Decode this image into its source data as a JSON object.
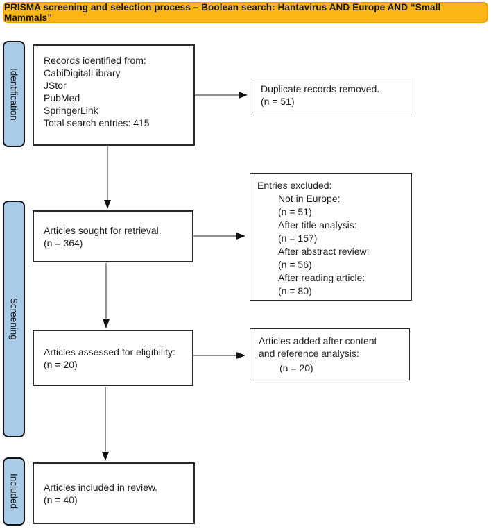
{
  "header": {
    "title": "PRISMA screening and selection process – Boolean search: Hantavirus AND Europe AND “Small Mammals”"
  },
  "colors": {
    "banner_fill": "#FBB615",
    "banner_border": "#EC9D12",
    "stage_fill": "#A9CBEA",
    "box_border": "#2B2B2B",
    "arrow": "#111111"
  },
  "stages": [
    {
      "label": "Identification"
    },
    {
      "label": "Screening"
    },
    {
      "label": "Included"
    }
  ],
  "boxes": {
    "records": {
      "lines": [
        "Records identified from:",
        "CabiDigitalLibrary",
        "JStor",
        "PubMed",
        "SpringerLink",
        "Total search entries: 415"
      ]
    },
    "duplicates": {
      "lines": [
        "Duplicate records removed.",
        "(n = 51)"
      ]
    },
    "sought": {
      "lines": [
        "Articles sought for retrieval.",
        "(n = 364)"
      ]
    },
    "excluded": {
      "title": "Entries excluded:",
      "items": [
        "Not in Europe:",
        "(n = 51)",
        "After title analysis:",
        "(n = 157)",
        "After abstract review:",
        "(n = 56)",
        "After reading article:",
        "(n = 80)"
      ]
    },
    "assessed": {
      "lines": [
        "Articles assessed for eligibility:",
        "(n = 20)"
      ]
    },
    "added": {
      "lines": [
        "Articles added after content",
        "and reference analysis:"
      ],
      "count": "(n = 20)"
    },
    "included": {
      "lines": [
        "Articles included in review.",
        "(n = 40)"
      ]
    }
  }
}
